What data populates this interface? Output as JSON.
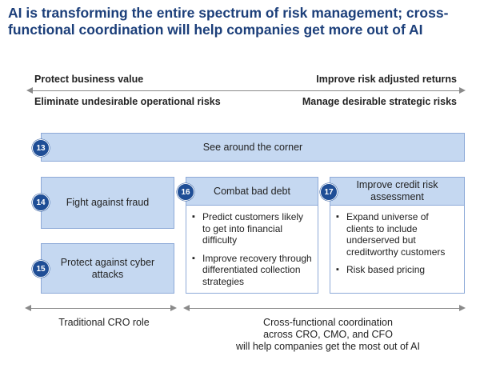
{
  "title": {
    "line1": "AI is transforming the entire spectrum of risk management; cross-",
    "line2": "functional coordination will help companies get more out of AI"
  },
  "axis": {
    "left_top": "Protect business value",
    "right_top": "Improve risk adjusted returns",
    "left_bottom": "Eliminate undesirable operational risks",
    "right_bottom": "Manage desirable strategic risks"
  },
  "boxes": {
    "b13": {
      "num": "13",
      "label": "See around the corner"
    },
    "b14": {
      "num": "14",
      "label": "Fight against fraud"
    },
    "b15": {
      "num": "15",
      "label1": "Protect against cyber",
      "label2": "attacks"
    },
    "b16": {
      "num": "16",
      "label": "Combat bad debt",
      "bullets": [
        "Predict customers likely to get into financial difficulty",
        "Improve recovery through differentiated collection strategies"
      ]
    },
    "b17": {
      "num": "17",
      "label1": "Improve credit risk",
      "label2": "assessment",
      "bullets": [
        "Expand universe of clients to include underserved but creditworthy customers",
        "Risk based pricing"
      ]
    }
  },
  "bottom": {
    "left": "Traditional CRO role",
    "right_line1": "Cross-functional coordination",
    "right_line2": "across CRO, CMO, and CFO",
    "right_line3": "will help companies get the most out of AI"
  },
  "colors": {
    "title": "#1c3f7a",
    "box_fill": "#c5d8f1",
    "box_border": "#8eaad8",
    "badge": "#1f4e96",
    "arrow": "#8a8a8a"
  }
}
